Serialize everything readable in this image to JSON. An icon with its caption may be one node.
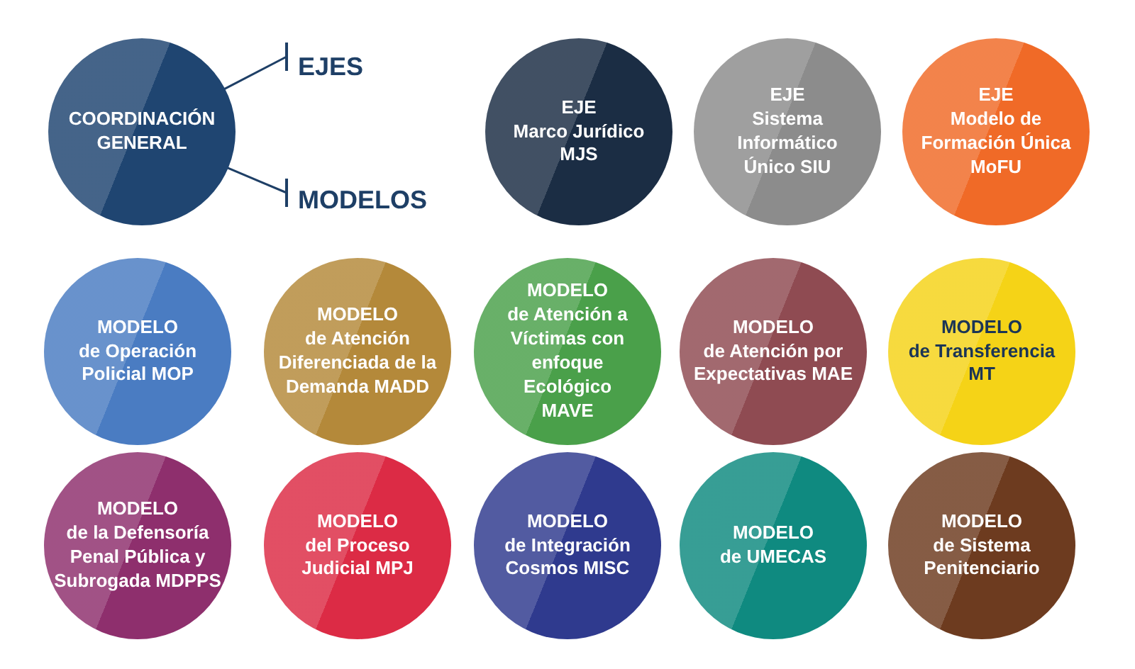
{
  "diagram": {
    "nodes": [
      {
        "text": [
          "COORDINACIÓN GENERAL"
        ]
      },
      {
        "text": [
          "EJES"
        ]
      },
      {
        "text": [
          "MODELOS"
        ]
      },
      {
        "text": [
          "EJE",
          "Marco Jurídico MJS"
        ]
      },
      {
        "text": [
          "EJE",
          "Sistema Informático Único SIU"
        ]
      },
      {
        "text": [
          "EJE",
          "Modelo de Formación Única MoFU"
        ]
      },
      {
        "text": [
          "MODELO",
          "de Operación Policial MOP"
        ]
      },
      {
        "text": [
          "MODELO",
          "de Atención Diferenciada de la Demanda MADD"
        ]
      },
      {
        "text": [
          "MODELO",
          "de Atención a Víctimas con enfoque Ecológico MAVE"
        ]
      },
      {
        "text": [
          "MODELO",
          "de Atención por Expectativas MAE"
        ]
      },
      {
        "text": [
          "MODELO",
          "de Transferencia MT"
        ]
      },
      {
        "text": [
          "MODELO",
          "de la Defensoría Penal Pública y Subrogada MDPPS"
        ]
      },
      {
        "text": [
          "MODELO",
          "del Proceso Judicial MPJ"
        ]
      },
      {
        "text": [
          "MODELO",
          "de Integración Cosmos MISC"
        ]
      },
      {
        "text": [
          "MODELO",
          "de UMECAS"
        ]
      },
      {
        "text": [
          "MODELO",
          "de Sistema Penitenciario"
        ]
      }
    ],
    "edges": [
      {
        "from": 0,
        "to": 1,
        "arrow": "other"
      },
      {
        "from": 0,
        "to": 2,
        "arrow": "other"
      }
    ]
  }
}
